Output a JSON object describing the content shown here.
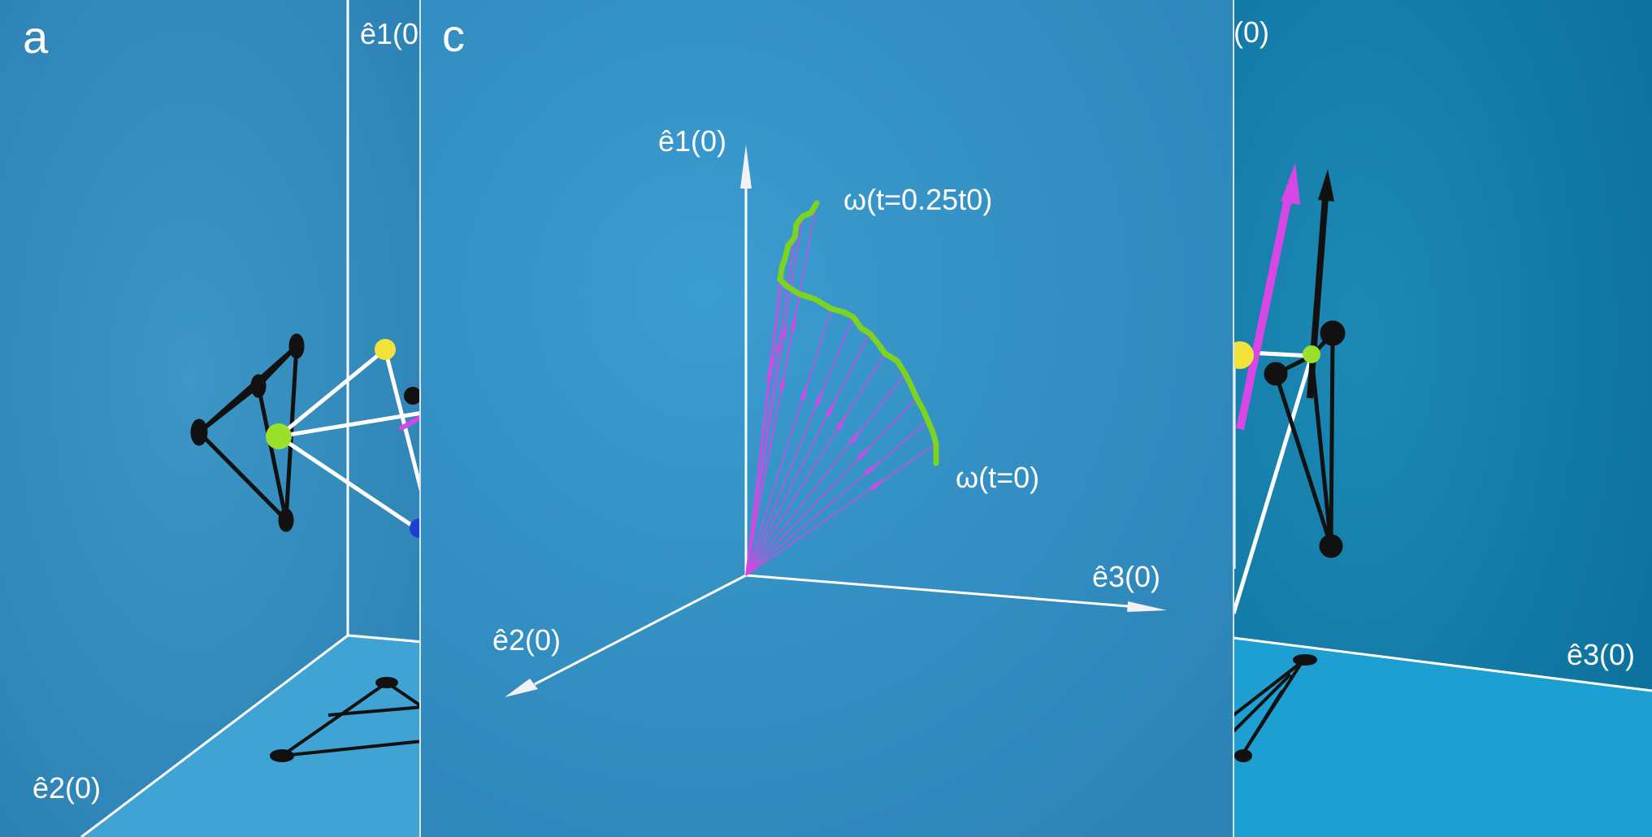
{
  "panels": {
    "a": {
      "letter": "a",
      "labels": {
        "e2": "ê2(0)",
        "e1_partial": "ê1(0"
      }
    },
    "c": {
      "letter": "c",
      "axes": {
        "e1": "ê1(0)",
        "e2": "ê2(0)",
        "e3": "ê3(0)"
      },
      "annotations": {
        "omega_start": "ω(t=0.25t0)",
        "omega_end": "ω(t=0)"
      }
    },
    "b": {
      "labels": {
        "e1_partial": "(0)",
        "e3": "ê3(0)"
      }
    }
  },
  "colors": {
    "background": "#2d87b8",
    "floor": "#3a9ccd",
    "trajectory": "#7ed321",
    "vectors": "#d946e6",
    "axes": "#ffffff",
    "molecule_black": "#111111",
    "atom_green": "#9be02a",
    "atom_yellow": "#f2e23a",
    "atom_blue": "#1b3fd0"
  }
}
